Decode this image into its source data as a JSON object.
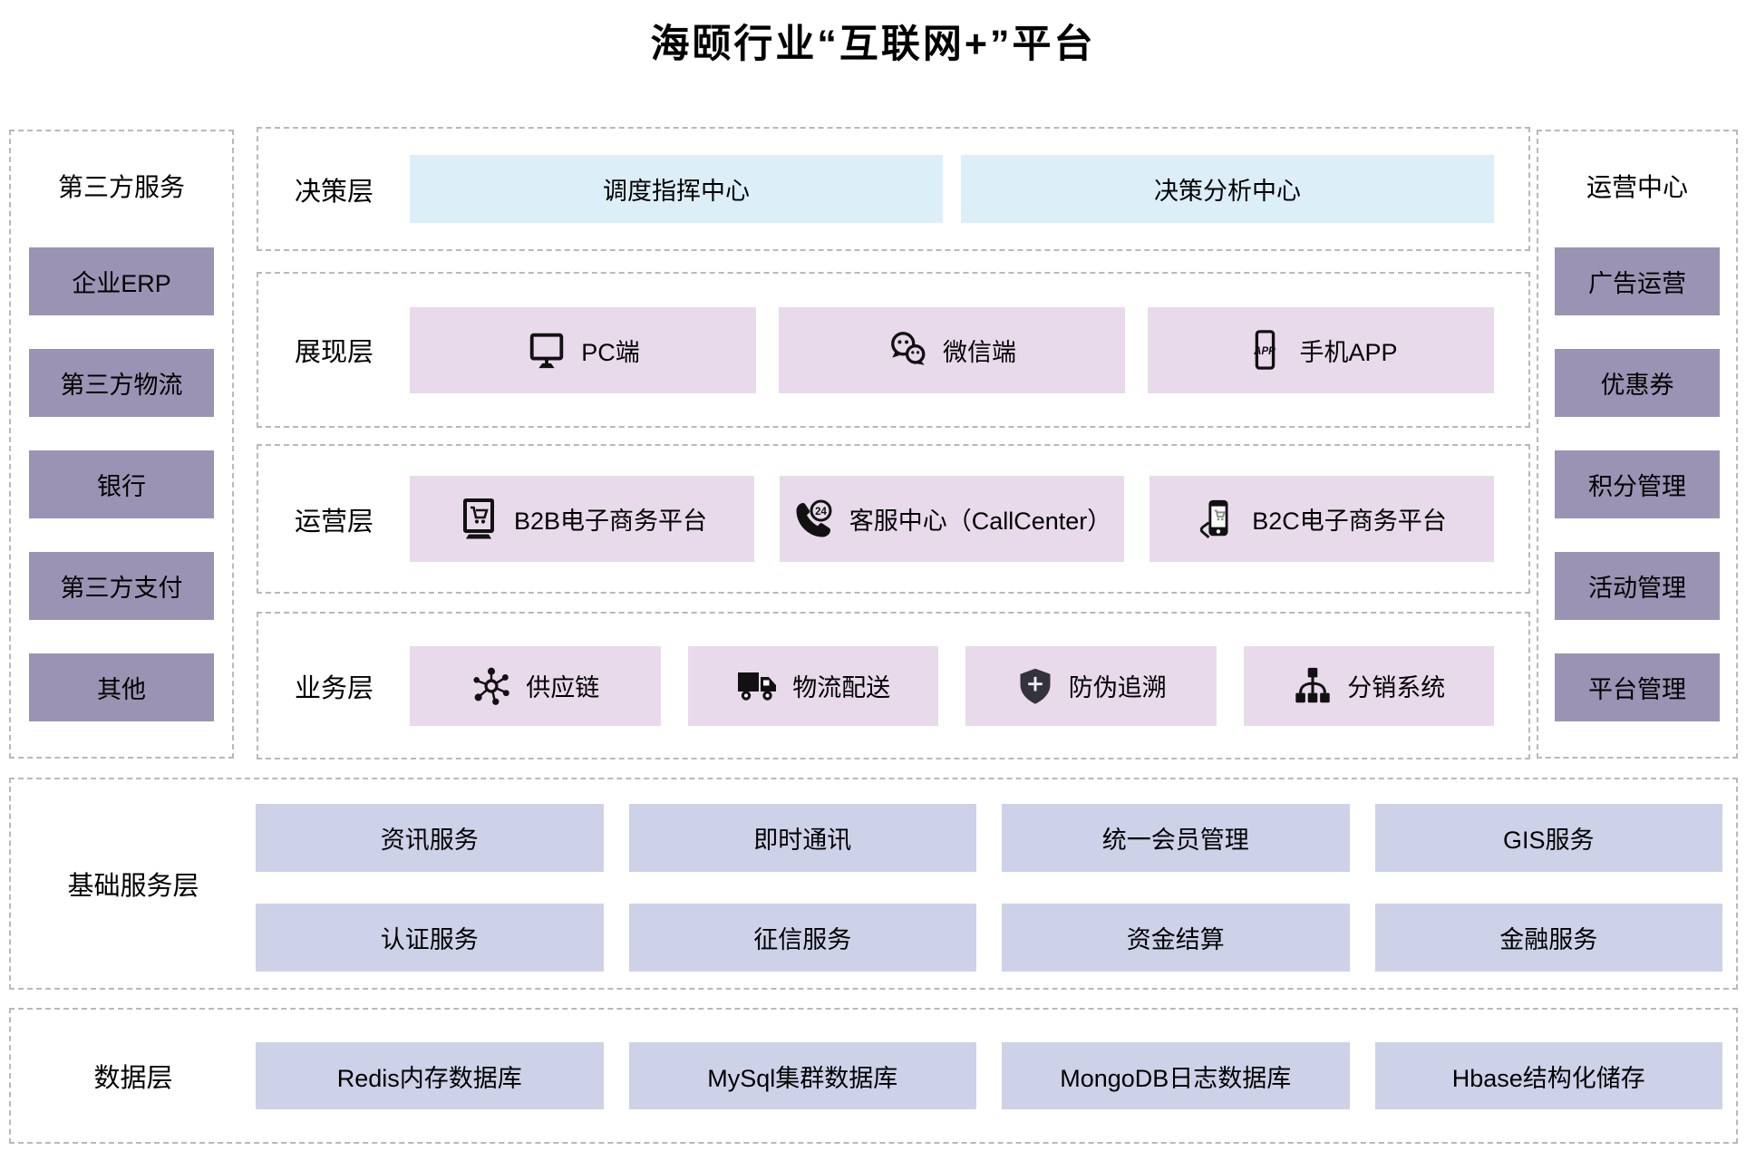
{
  "title": "海颐行业“互联网+”平台",
  "left_panel": {
    "title": "第三方服务",
    "items": [
      "企业ERP",
      "第三方物流",
      "银行",
      "第三方支付",
      "其他"
    ]
  },
  "right_panel": {
    "title": "运营中心",
    "items": [
      "广告运营",
      "优惠券",
      "积分管理",
      "活动管理",
      "平台管理"
    ]
  },
  "layers": [
    {
      "label": "决策层",
      "items": [
        {
          "label": "调度指挥中心"
        },
        {
          "label": "决策分析中心"
        }
      ]
    },
    {
      "label": "展现层",
      "items": [
        {
          "icon": "monitor-icon",
          "label": "PC端"
        },
        {
          "icon": "wechat-icon",
          "label": "微信端"
        },
        {
          "icon": "phone-app-icon",
          "label": "手机APP"
        }
      ]
    },
    {
      "label": "运营层",
      "items": [
        {
          "icon": "b2b-monitor-cart-icon",
          "label": "B2B电子商务平台"
        },
        {
          "icon": "callcenter-24-icon",
          "label": "客服中心（CallCenter）"
        },
        {
          "icon": "hand-phone-cart-icon",
          "label": "B2C电子商务平台"
        }
      ]
    },
    {
      "label": "业务层",
      "items": [
        {
          "icon": "supply-chain-icon",
          "label": "供应链"
        },
        {
          "icon": "truck-icon",
          "label": "物流配送"
        },
        {
          "icon": "shield-cross-icon",
          "label": "防伪追溯"
        },
        {
          "icon": "hierarchy-icon",
          "label": "分销系统"
        }
      ]
    }
  ],
  "base_service_layer": {
    "label": "基础服务层",
    "rows": [
      [
        "资讯服务",
        "即时通讯",
        "统一会员管理",
        "GIS服务"
      ],
      [
        "认证服务",
        "征信服务",
        "资金结算",
        "金融服务"
      ]
    ]
  },
  "data_layer": {
    "label": "数据层",
    "items": [
      "Redis内存数据库",
      "MySql集群数据库",
      "MongoDB日志数据库",
      "Hbase结构化储存"
    ]
  },
  "colors": {
    "accent_purple": "#9b93b3",
    "accent_blue": "#dceef8",
    "accent_pink": "#e8daeb",
    "accent_periwinkle": "#cdd2e8",
    "dash_border": "#b9b9b9",
    "text": "#000000"
  }
}
